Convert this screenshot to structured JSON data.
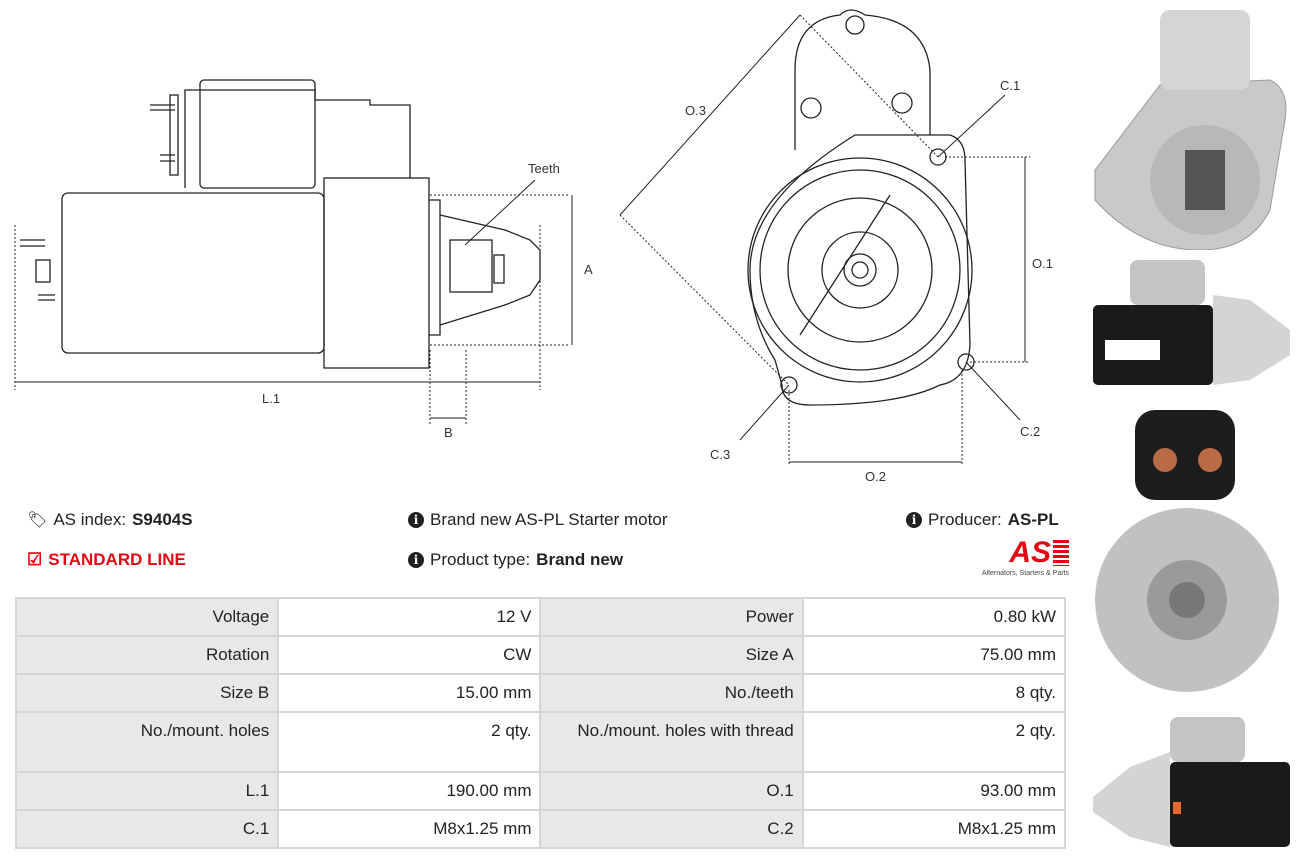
{
  "drawing": {
    "side": {
      "teeth": "Teeth",
      "a": "A",
      "l1": "L.1",
      "b": "B"
    },
    "front": {
      "o3": "O.3",
      "c1": "C.1",
      "o1": "O.1",
      "c2": "C.2",
      "c3": "C.3",
      "o2": "O.2"
    }
  },
  "info": {
    "as_index_label": "AS index:",
    "as_index_value": "S9404S",
    "line": "STANDARD LINE",
    "description": "Brand new AS-PL Starter motor",
    "product_type_label": "Product type:",
    "product_type_value": "Brand new",
    "producer_label": "Producer:",
    "producer_value": "AS-PL",
    "logo_text": "AS",
    "logo_tagline": "Alternators, Starters & Parts"
  },
  "specs": [
    [
      "Voltage",
      "12 V",
      "Power",
      "0.80 kW"
    ],
    [
      "Rotation",
      "CW",
      "Size A",
      "75.00 mm"
    ],
    [
      "Size B",
      "15.00 mm",
      "No./teeth",
      "8 qty."
    ],
    [
      "No./mount. holes",
      "2 qty.",
      "No./mount. holes with thread",
      "2 qty."
    ],
    [
      "L.1",
      "190.00 mm",
      "O.1",
      "93.00 mm"
    ],
    [
      "C.1",
      "M8x1.25 mm",
      "C.2",
      "M8x1.25 mm"
    ]
  ],
  "colors": {
    "brand": "#e30613",
    "label_bg": "#e8e8e8",
    "border": "#d6d6d6"
  }
}
